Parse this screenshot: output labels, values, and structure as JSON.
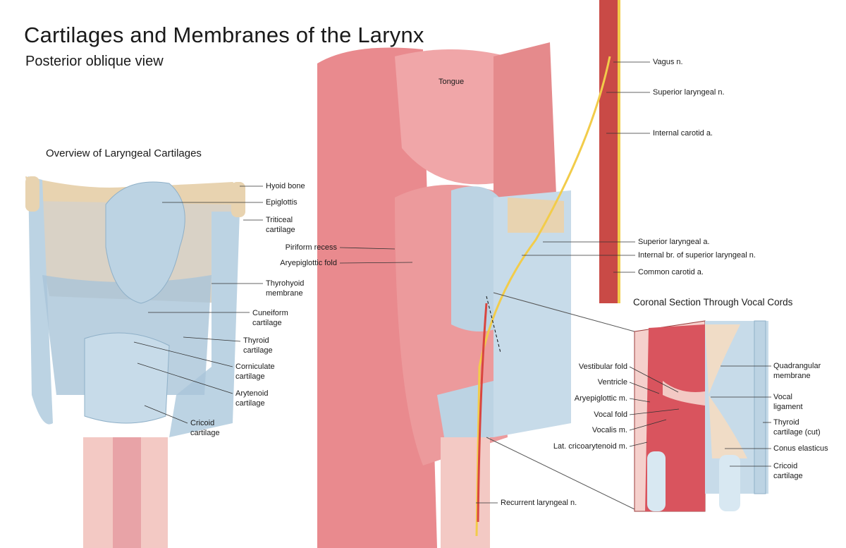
{
  "title": "Cartilages and Membranes of the Larynx",
  "subtitle": "Posterior oblique view",
  "overview": {
    "heading": "Overview of Laryngeal Cartilages",
    "labels": [
      "Hyoid bone",
      "Epiglottis",
      "Triticeal\ncartilage",
      "Thyrohyoid\nmembrane",
      "Cuneiform\ncartilage",
      "Thyroid\ncartilage",
      "Corniculate\ncartilage",
      "Arytenoid\ncartilage",
      "Cricoid\ncartilage"
    ]
  },
  "main": {
    "labels": [
      "Tongue",
      "Piriform recess",
      "Aryepiglottic fold",
      "Vagus n.",
      "Superior laryngeal n.",
      "Internal carotid a.",
      "Superior laryngeal a.",
      "Internal br. of superior laryngeal n.",
      "Common carotid a.",
      "Recurrent laryngeal n."
    ]
  },
  "coronal": {
    "heading": "Coronal Section Through Vocal Cords",
    "left_labels": [
      "Vestibular fold",
      "Ventricle",
      "Aryepiglottic m.",
      "Vocal fold",
      "Vocalis m.",
      "Lat. cricoarytenoid m."
    ],
    "right_labels": [
      "Quadrangular\nmembrane",
      "Vocal\nligament",
      "Thyroid\ncartilage (cut)",
      "Conus elasticus",
      "Cricoid\ncartilage"
    ]
  },
  "colors": {
    "cartilage": "#bcd3e3",
    "tissue": "#e98a8e",
    "bone": "#e8d3b0",
    "nerve": "#f2cc4a",
    "artery": "#d9453f"
  }
}
